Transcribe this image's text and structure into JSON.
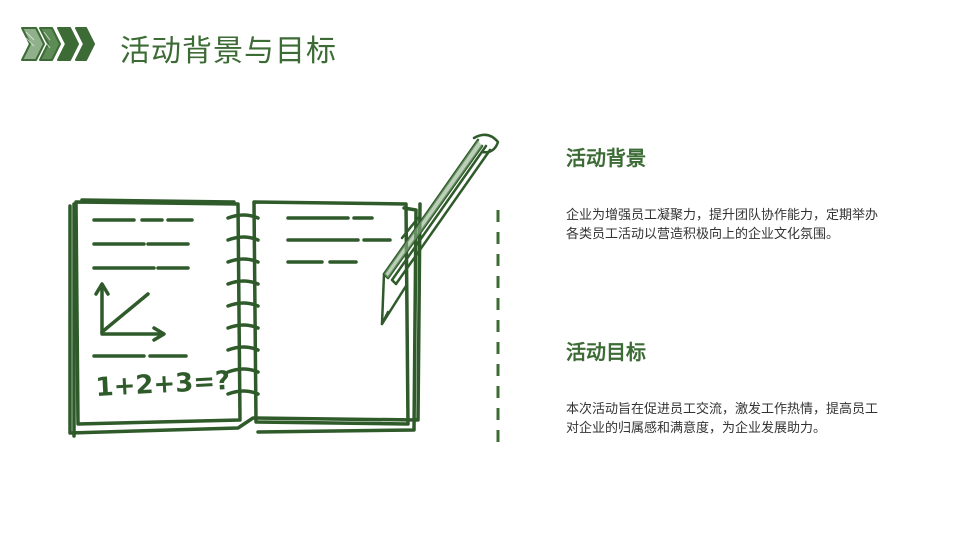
{
  "page": {
    "title": "活动背景与目标",
    "accent_color": "#3c6b35"
  },
  "illustration": {
    "icon": "notebook-with-pencil-icon",
    "formula_text": "1+2+3=?"
  },
  "sections": {
    "background": {
      "heading": "活动背景",
      "body": "企业为增强员工凝聚力，提升团队协作能力，定期举办各类员工活动以营造积极向上的企业文化氛围。"
    },
    "goal": {
      "heading": "活动目标",
      "body": "本次活动旨在促进员工交流，激发工作热情，提高员工对企业的归属感和满意度，为企业发展助力。"
    }
  }
}
